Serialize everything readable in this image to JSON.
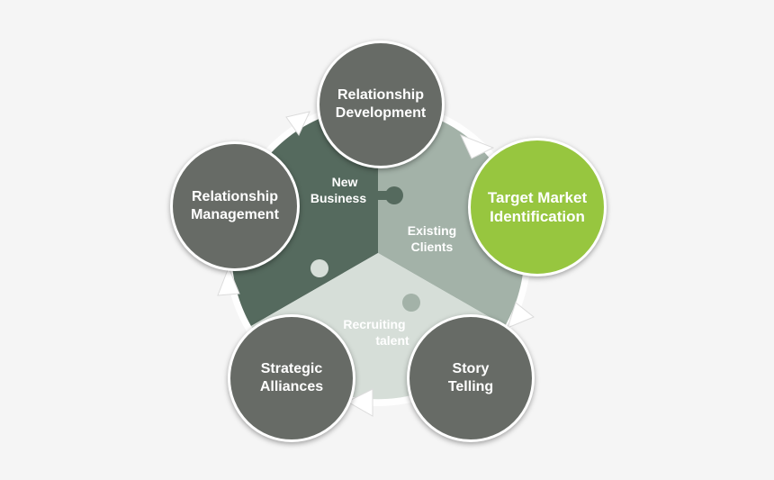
{
  "colors": {
    "background": "#f5f5f5",
    "ring": "#ffffff",
    "segment_new_business": "#556a5e",
    "segment_existing_clients": "#a3b2a8",
    "segment_recruiting": "#d6ded8",
    "node": "#676b66",
    "node_accent": "#97c63f",
    "arrow": "#ffffff"
  },
  "segments": {
    "new_business": {
      "line1": "New",
      "line2": "Business"
    },
    "existing_clients": {
      "line1": "Existing",
      "line2": "Clients"
    },
    "recruiting": {
      "line1": "Recruiting",
      "line2": "talent"
    }
  },
  "nodes": {
    "relationship_development": {
      "line1": "Relationship",
      "line2": "Development"
    },
    "target_market": {
      "line1": "Target Market",
      "line2": "Identification"
    },
    "story_telling": {
      "line1": "Story",
      "line2": "Telling"
    },
    "strategic_alliances": {
      "line1": "Strategic",
      "line2": "Alliances"
    },
    "relationship_management": {
      "line1": "Relationship",
      "line2": "Management"
    }
  },
  "icons": {
    "puzzle_connectors": "puzzle-piece-icon",
    "cycle_arrows": "arrow-icon"
  }
}
